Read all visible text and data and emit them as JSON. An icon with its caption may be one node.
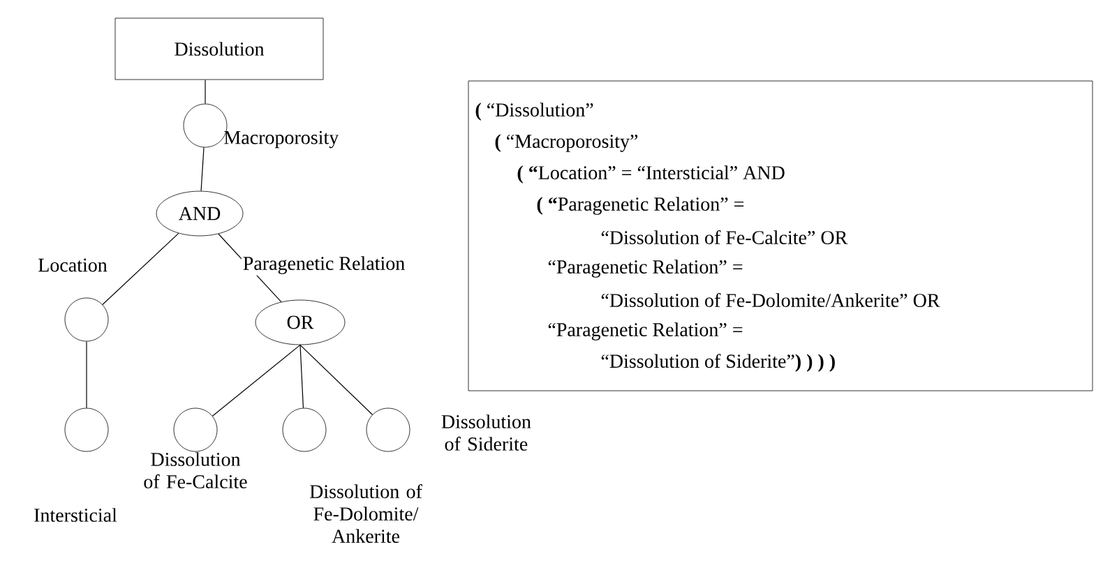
{
  "diagram": {
    "nodes": [
      {
        "text": [
          "Dissolution"
        ]
      },
      {
        "text": [],
        "shape": "circle",
        "beside": [
          "Macroporosity"
        ]
      },
      {
        "text": [
          "AND"
        ]
      },
      {
        "text": [],
        "shape": "circle"
      },
      {
        "text": [
          "OR"
        ]
      },
      {
        "text": [],
        "shape": "circle",
        "beside": [
          "Intersticial"
        ]
      },
      {
        "text": [],
        "shape": "circle",
        "beside": [
          "Dissolution of Fe-Calcite"
        ]
      },
      {
        "text": [],
        "shape": "circle",
        "beside": [
          "Dissolution of Fe-Dolomite/ Ankerite"
        ]
      },
      {
        "text": [],
        "shape": "circle",
        "beside": [
          "Dissolution of Siderite"
        ]
      },
      {
        "text": [
          "**(** “Dissolution”",
          "**(** “Macroporosity”",
          "**( “**Location” = “Intersticial” AND",
          "**( “**Paragenetic Relation” =",
          "“Dissolution of Fe-Calcite” OR",
          "“Paragenetic Relation” =",
          "“Dissolution of Fe-Dolomite/Ankerite” OR",
          "“Paragenetic Relation” =",
          "“Dissolution of Siderite”**) ) ) )**"
        ]
      }
    ],
    "edges": [
      {
        "from": 0,
        "to": 1,
        "arrow": "none"
      },
      {
        "from": 1,
        "to": 2,
        "arrow": "none"
      },
      {
        "from": 2,
        "to": 3,
        "arrow": "none",
        "label": "Location"
      },
      {
        "from": 2,
        "to": 4,
        "arrow": "none",
        "label": "Paragenetic Relation"
      },
      {
        "from": 3,
        "to": 5,
        "arrow": "none"
      },
      {
        "from": 4,
        "to": 6,
        "arrow": "none"
      },
      {
        "from": 4,
        "to": 7,
        "arrow": "none"
      },
      {
        "from": 4,
        "to": 8,
        "arrow": "none"
      }
    ]
  }
}
